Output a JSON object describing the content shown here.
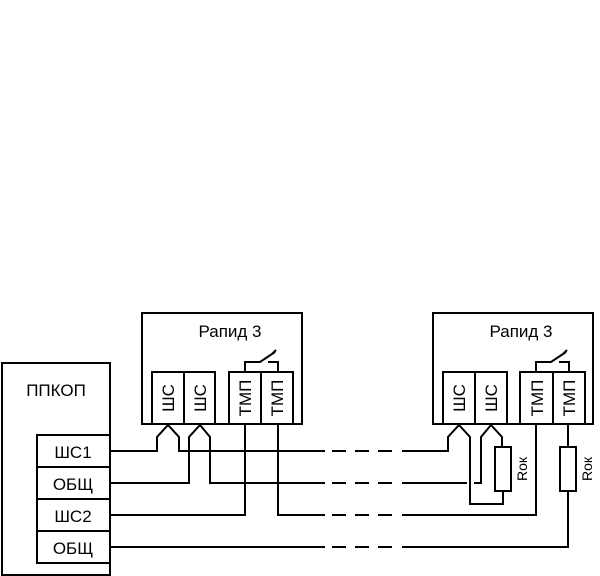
{
  "diagram": {
    "type": "wiring-diagram",
    "panel": {
      "title": "ППКОП",
      "terminals": [
        "ШС1",
        "ОБЩ",
        "ШС2",
        "ОБЩ"
      ]
    },
    "devices": [
      {
        "title": "Рапид 3",
        "loop_terminals": [
          "ШС",
          "ШС"
        ],
        "tamper_terminals": [
          "ТМП",
          "ТМП"
        ]
      },
      {
        "title": "Рапид 3",
        "loop_terminals": [
          "ШС",
          "ШС"
        ],
        "tamper_terminals": [
          "ТМП",
          "ТМП"
        ]
      }
    ],
    "resistors": [
      {
        "label": "Rок"
      },
      {
        "label": "Rок"
      }
    ]
  }
}
